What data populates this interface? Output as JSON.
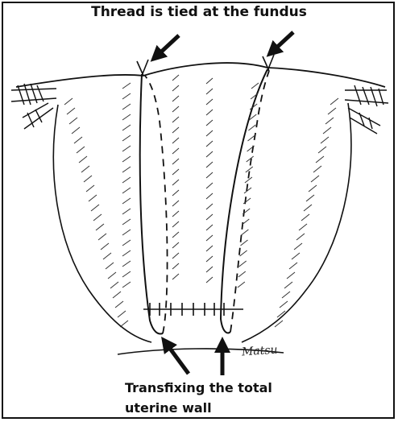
{
  "labels": {
    "top": "Thread is tied at the fundus",
    "bottom_line1": "Transfixing the total",
    "bottom_line2": "uterine wall",
    "signature": "Matsu"
  },
  "colors": {
    "ink": "#111111",
    "background": "#ffffff"
  }
}
